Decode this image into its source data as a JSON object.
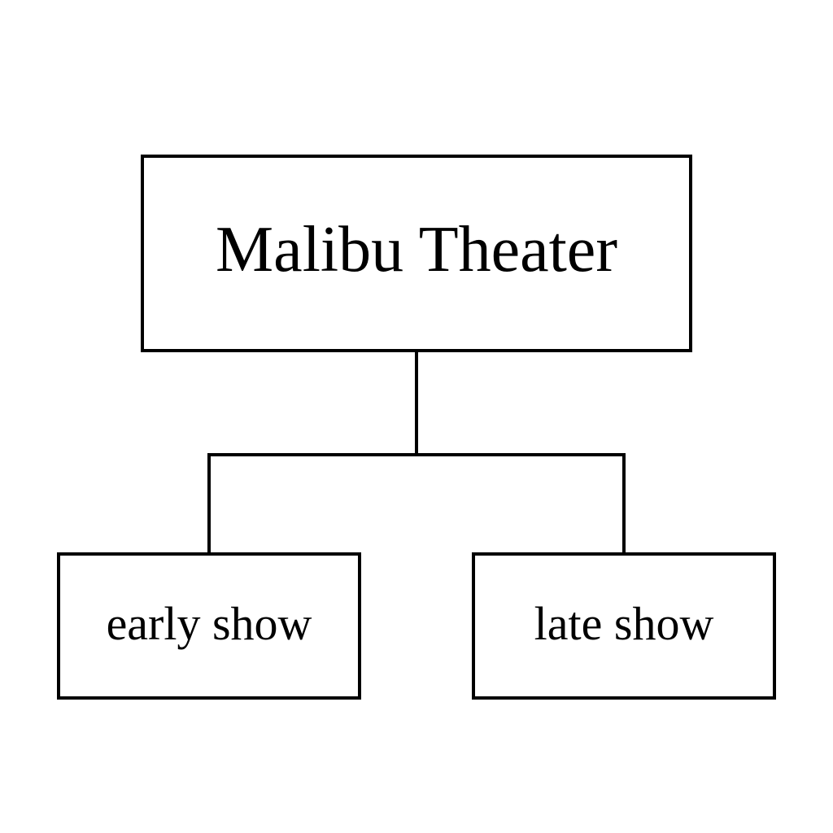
{
  "diagram": {
    "root": {
      "label": "Malibu Theater"
    },
    "children": [
      {
        "label": "early show"
      },
      {
        "label": "late show"
      }
    ]
  },
  "colors": {
    "stroke": "#000000",
    "background": "#ffffff"
  }
}
